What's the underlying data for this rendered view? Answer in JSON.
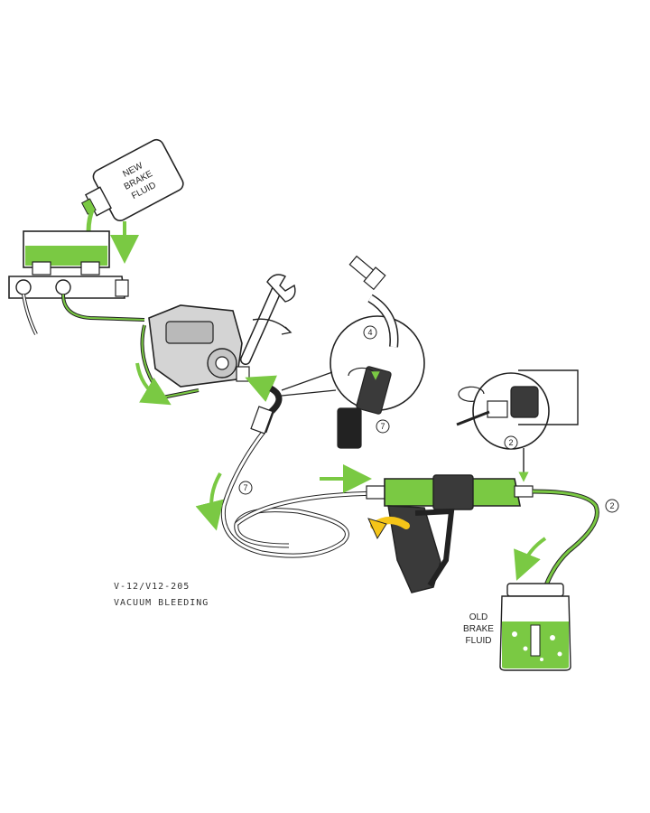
{
  "labels": {
    "new_fluid": [
      "NEW",
      "BRAKE",
      "FLUID"
    ],
    "old_fluid": [
      "OLD",
      "BRAKE",
      "FLUID"
    ],
    "caption_line1": "V-12/V12-205",
    "caption_line2": "VACUUM BLEEDING"
  },
  "callouts": {
    "adapter": "4",
    "hose_short": "7",
    "hose_long": "7",
    "tube_connector": "2",
    "tube_jar": "2"
  },
  "colors": {
    "fluid_green": "#7ac943",
    "dark_green": "#5aa82f",
    "outline": "#222222",
    "gray_body": "#cfcfcf",
    "dark_body": "#3a3a3a",
    "arrow_yellow": "#f5c518"
  }
}
